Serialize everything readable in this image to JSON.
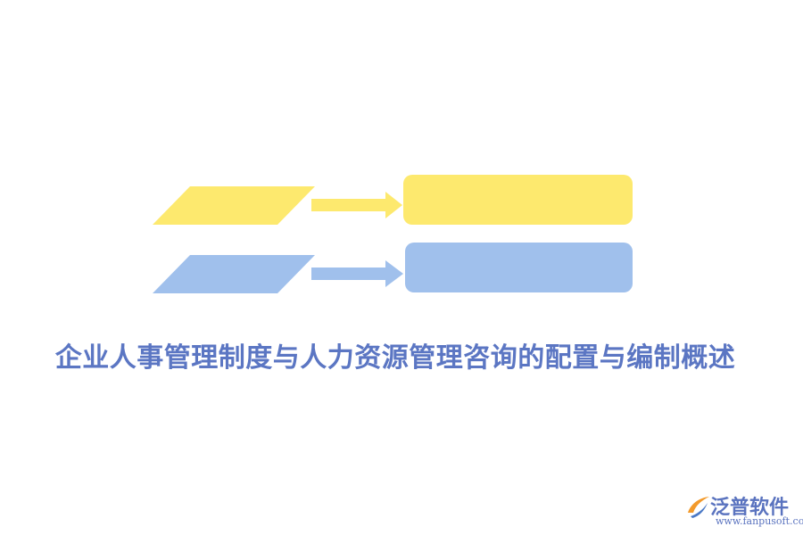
{
  "title": "企业人事管理制度与人力资源管理咨询的配置与编制概述",
  "logo": {
    "name": "泛普软件",
    "url": "www.fanpusoft.com"
  },
  "colors": {
    "background": "#ffffff",
    "row1": "#fde96e",
    "row2": "#a0c0ec",
    "title": "#5b76c3",
    "logo_text": "#5a73bf",
    "logo_orange": "#f39a2b",
    "logo_blue": "#4a79c6"
  },
  "rows": [
    {
      "name": "row-1",
      "color_key": "row1"
    },
    {
      "name": "row-2",
      "color_key": "row2"
    }
  ]
}
